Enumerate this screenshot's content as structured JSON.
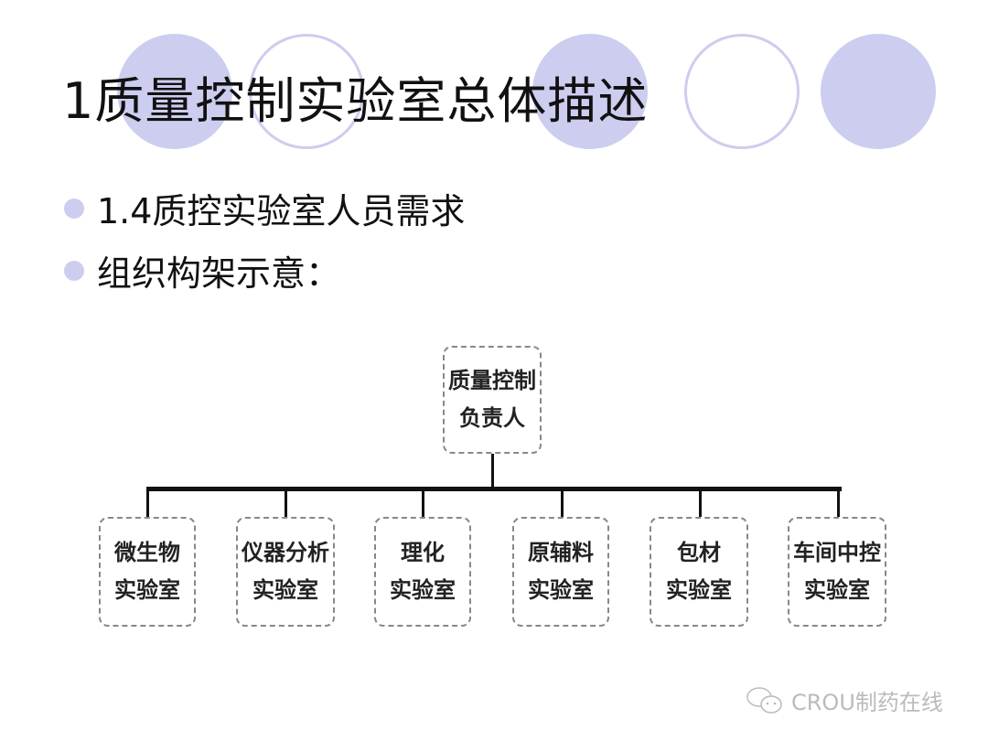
{
  "slide": {
    "title": "1质量控制实验室总体描述",
    "bullets": [
      "1.4质控实验室人员需求",
      "组织构架示意："
    ]
  },
  "org_chart": {
    "root": {
      "line1": "质量控制",
      "line2": "负责人"
    },
    "children": [
      {
        "line1": "微生物",
        "line2": "实验室"
      },
      {
        "line1": "仪器分析",
        "line2": "实验室"
      },
      {
        "line1": "理化",
        "line2": "实验室"
      },
      {
        "line1": "原辅料",
        "line2": "实验室"
      },
      {
        "line1": "包材",
        "line2": "实验室"
      },
      {
        "line1": "车间中控",
        "line2": "实验室"
      }
    ]
  },
  "watermark": {
    "text": "CROU制药在线",
    "icon": "wechat-icon"
  },
  "colors": {
    "accent": "#cdcdf0"
  }
}
